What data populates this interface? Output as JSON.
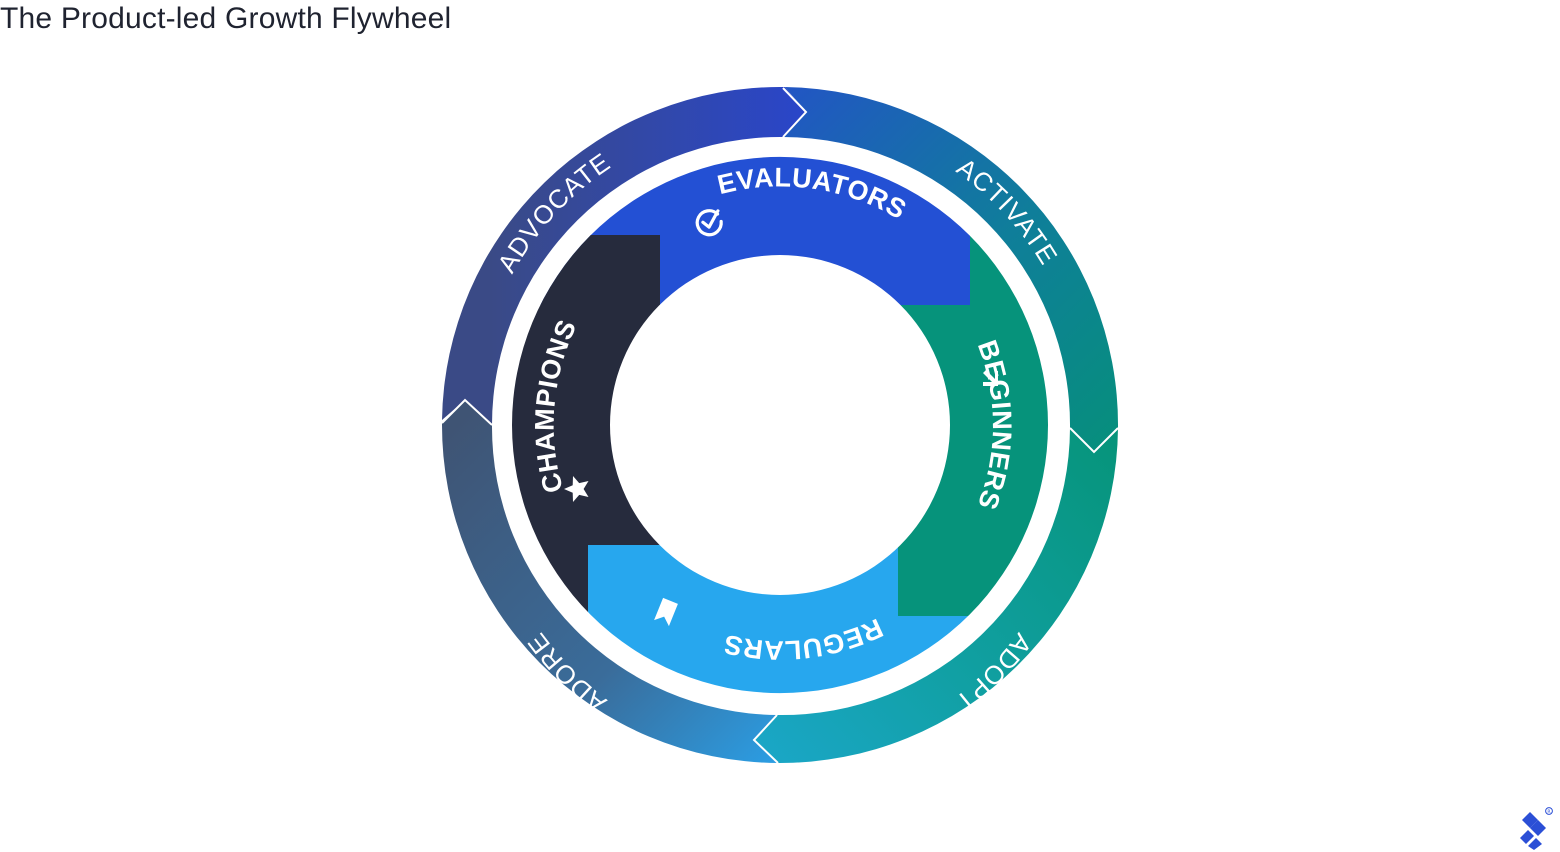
{
  "title": "The Product-led Growth Flywheel",
  "outer_ring": {
    "stages": [
      {
        "label": "ACTIVATE"
      },
      {
        "label": "ADOPT"
      },
      {
        "label": "ADORE"
      },
      {
        "label": "ADVOCATE"
      }
    ]
  },
  "inner_ring": {
    "segments": [
      {
        "label": "EVALUATORS",
        "icon": "check-circle-icon",
        "color": "#2350d4"
      },
      {
        "label": "BEGINNERS",
        "icon": "arrow-up-right-icon",
        "color": "#06937b"
      },
      {
        "label": "REGULARS",
        "icon": "bookmark-icon",
        "color": "#27a7ee"
      },
      {
        "label": "CHAMPIONS",
        "icon": "star-icon",
        "color": "#262b3d"
      }
    ]
  },
  "colors": {
    "outer_top": "#2a3fb8",
    "outer_right": "#0a8a86",
    "outer_bottom": "#1ea4d8",
    "outer_left": "#3f5578",
    "brand": "#2b4fd6"
  }
}
